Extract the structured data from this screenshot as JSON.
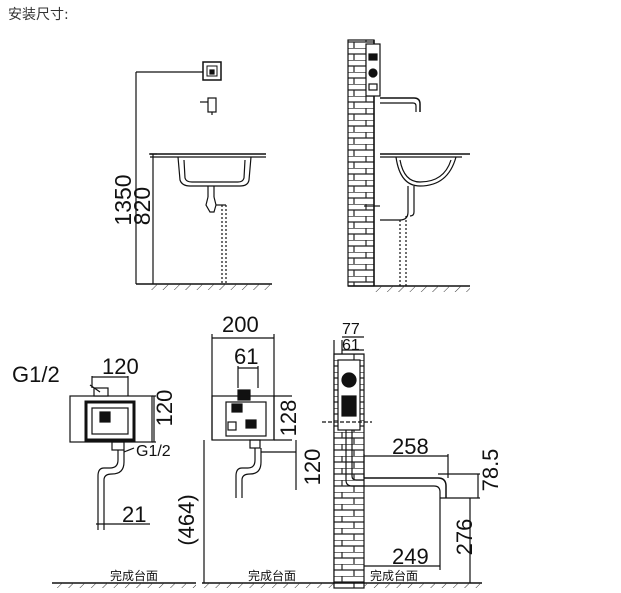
{
  "title": "安装尺寸:",
  "elevation_front": {
    "dim_total": "1350",
    "dim_basin": "820"
  },
  "box_front": {
    "thread_top": "G1/2",
    "width": "120",
    "height": "120",
    "thread_bottom": "G1/2",
    "pipe_offset": "21",
    "surface_label": "完成台面"
  },
  "box_side": {
    "overall": "200",
    "inner": "61",
    "height": "128",
    "drop": "120",
    "depth": "(464)",
    "surface_label": "完成台面"
  },
  "box_section": {
    "top_a": "77",
    "top_b": "61",
    "spout_reach": "258",
    "spout_height": "78.5",
    "spout_drop": "276",
    "base_reach": "249",
    "surface_label": "完成台面"
  },
  "colors": {
    "line": "#111111",
    "hatch": "#333333",
    "brick": "#222222"
  }
}
